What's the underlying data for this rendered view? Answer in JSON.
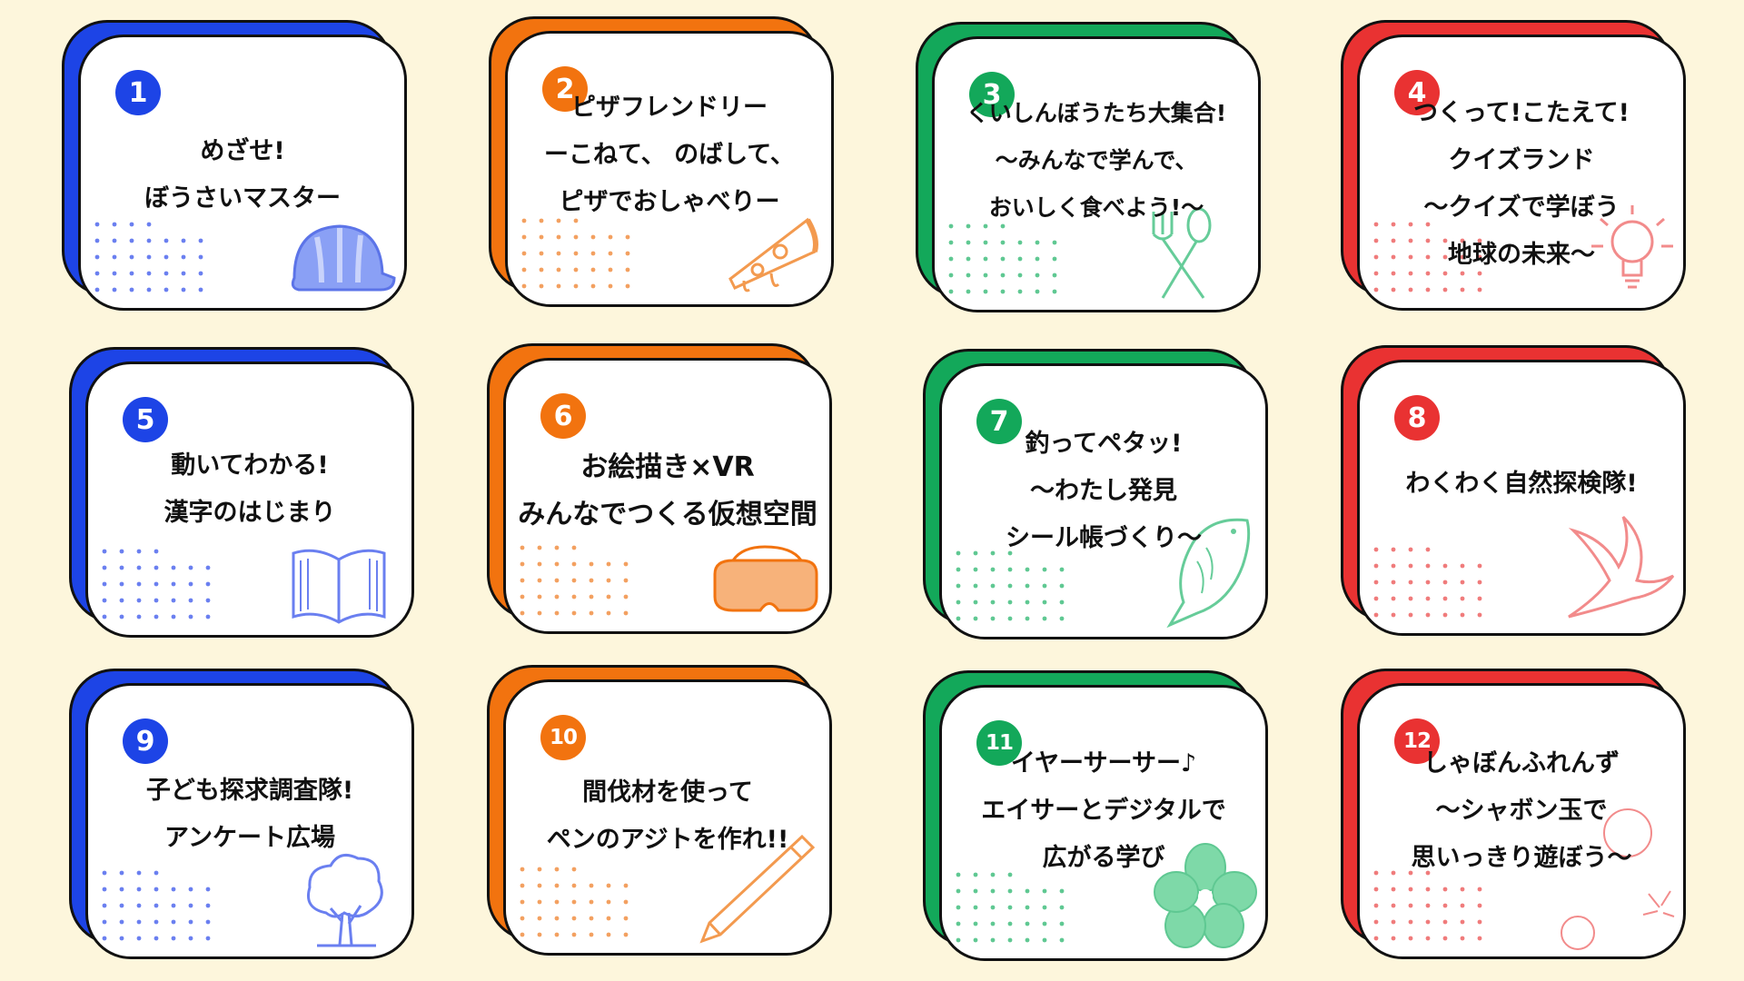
{
  "colors": {
    "background": "#fdf6dc",
    "blue": "#1d44e6",
    "orange": "#f2730f",
    "green": "#13a85a",
    "red": "#e93232"
  },
  "cards": [
    {
      "number": "1",
      "color": "blue",
      "lines": [
        "めざせ!",
        "ぼうさいマスター"
      ],
      "icon": "hardhat-icon"
    },
    {
      "number": "2",
      "color": "orange",
      "lines": [
        "ピザフレンドリー",
        "ーこねて、 のばして、",
        "ピザでおしゃべりー"
      ],
      "icon": "pizza-icon"
    },
    {
      "number": "3",
      "color": "green",
      "lines": [
        "くいしんぼうたち大集合!",
        "〜みんなで学んで、",
        "おいしく食べよう!〜"
      ],
      "icon": "fork-spoon-icon"
    },
    {
      "number": "4",
      "color": "red",
      "lines": [
        "つくって!こたえて!",
        "クイズランド",
        "〜クイズで学ぼう",
        "地球の未来〜"
      ],
      "icon": "lightbulb-icon"
    },
    {
      "number": "5",
      "color": "blue",
      "lines": [
        "動いてわかる!",
        "漢字のはじまり"
      ],
      "icon": "book-icon"
    },
    {
      "number": "6",
      "color": "orange",
      "lines": [
        "お絵描き×VR",
        "みんなでつくる仮想空間"
      ],
      "icon": "vr-headset-icon"
    },
    {
      "number": "7",
      "color": "green",
      "lines": [
        "釣ってペタッ!",
        "〜わたし発見",
        "シール帳づくり〜"
      ],
      "icon": "fish-icon"
    },
    {
      "number": "8",
      "color": "red",
      "lines": [
        "わくわく自然探検隊!"
      ],
      "icon": "bird-icon"
    },
    {
      "number": "9",
      "color": "blue",
      "lines": [
        "子ども探求調査隊!",
        "アンケート広場"
      ],
      "icon": "tree-icon"
    },
    {
      "number": "10",
      "color": "orange",
      "lines": [
        "間伐材を使って",
        "ペンのアジトを作れ!!"
      ],
      "icon": "pencil-icon"
    },
    {
      "number": "11",
      "color": "green",
      "lines": [
        "イヤーサーサー♪",
        "エイサーとデジタルで",
        "広がる学び"
      ],
      "icon": "hibiscus-icon"
    },
    {
      "number": "12",
      "color": "red",
      "lines": [
        "しゃぼんふれんず",
        "〜シャボン玉で",
        "思いっきり遊ぼう〜"
      ],
      "icon": "bubbles-icon"
    }
  ]
}
